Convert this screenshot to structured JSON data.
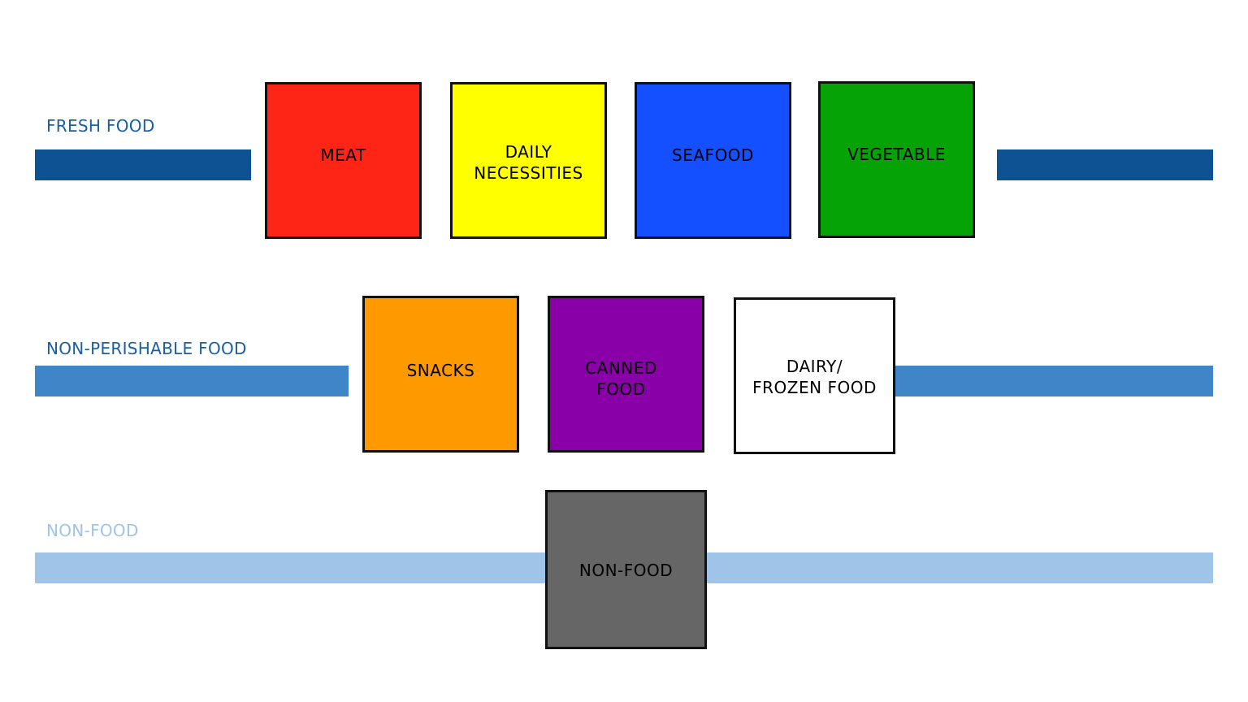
{
  "colors": {
    "fresh_bar": "#0f5294",
    "nonperishable_bar": "#3f86c8",
    "nonfood_bar": "#9fc4e8",
    "fresh_label": "#1a5ea3",
    "nonperishable_label": "#1a5ea3",
    "nonfood_label": "#9fc4e8"
  },
  "rows": {
    "fresh": {
      "label": "FRESH FOOD"
    },
    "nonperishable": {
      "label": "NON-PERISHABLE FOOD"
    },
    "nonfood": {
      "label": "NON-FOOD"
    }
  },
  "categories": {
    "meat": {
      "label": "MEAT",
      "color": "#ff2516"
    },
    "daily": {
      "label": "DAILY\nNECESSITIES",
      "color": "#ffff00"
    },
    "seafood": {
      "label": "SEAFOOD",
      "color": "#1450ff"
    },
    "vegetable": {
      "label": "VEGETABLE",
      "color": "#05a305"
    },
    "snacks": {
      "label": "SNACKS",
      "color": "#ff9900"
    },
    "canned": {
      "label": "CANNED\nFOOD",
      "color": "#8a00a8"
    },
    "dairy": {
      "label": "DAIRY/\nFROZEN FOOD",
      "color": "#ffffff"
    },
    "nonfood": {
      "label": "NON-FOOD",
      "color": "#666666"
    }
  }
}
